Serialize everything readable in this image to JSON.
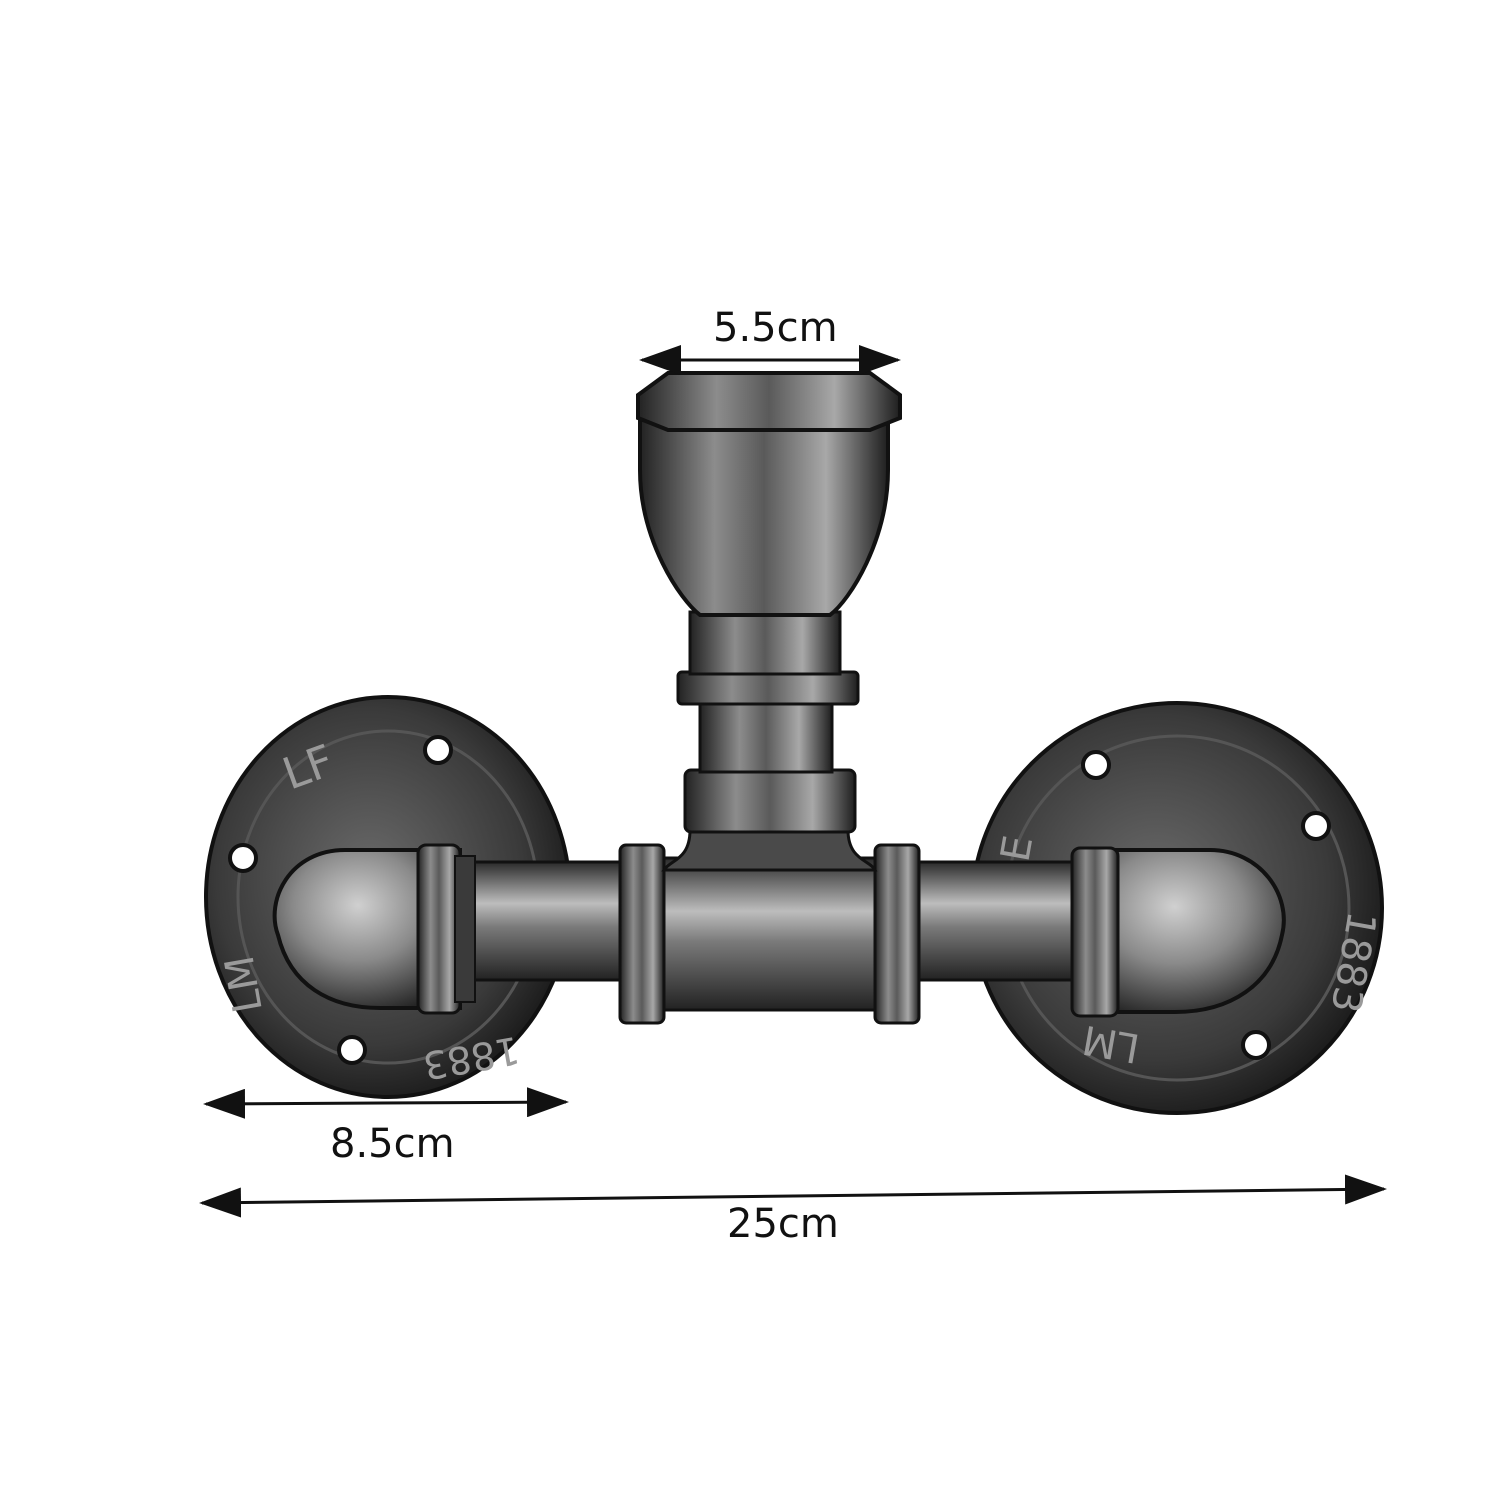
{
  "product": {
    "description_kind": "industrial pipe wall light fitting (double flange tee)",
    "finish_colors": {
      "dark": "#1c1c1c",
      "mid": "#6e6e6e",
      "light": "#d8d8d8"
    },
    "flange_left_text": [
      "LM",
      "LF",
      "1883"
    ],
    "flange_right_text": [
      "LM",
      "E",
      "1883"
    ]
  },
  "dimensions": {
    "socket_width": "5.5cm",
    "flange_diameter": "8.5cm",
    "total_width": "25cm"
  },
  "accent": {
    "arrow": "#111111"
  }
}
